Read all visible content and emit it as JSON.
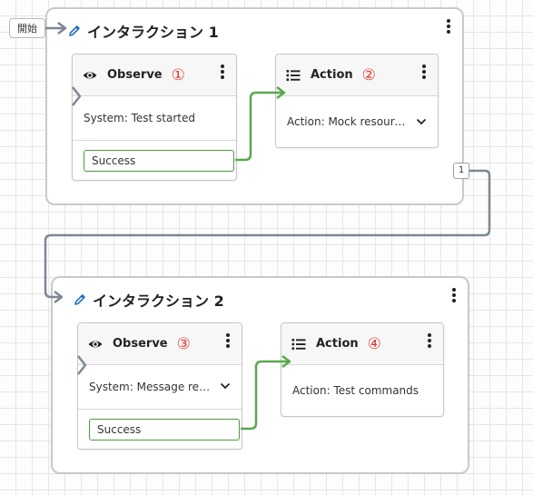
{
  "start_label": "開始",
  "branch_label": "1",
  "colors": {
    "success_line": "#5aa84d",
    "link_line": "#7d8793",
    "number_red": "#e53935",
    "pencil_blue": "#1e6fb8"
  },
  "groups": [
    {
      "title": "インタラクション 1",
      "icon": "pencil-icon",
      "observe": {
        "title": "Observe",
        "number": "①",
        "icon": "eye-icon",
        "body": "System: Test started",
        "outlet": "Success"
      },
      "action": {
        "title": "Action",
        "number": "②",
        "icon": "list-icon",
        "body": "Action: Mock resource ..."
      }
    },
    {
      "title": "インタラクション 2",
      "icon": "pencil-icon",
      "observe": {
        "title": "Observe",
        "number": "③",
        "icon": "eye-icon",
        "body": "System: Message recei...",
        "outlet": "Success"
      },
      "action": {
        "title": "Action",
        "number": "④",
        "icon": "list-icon",
        "body": "Action: Test commands"
      }
    }
  ]
}
